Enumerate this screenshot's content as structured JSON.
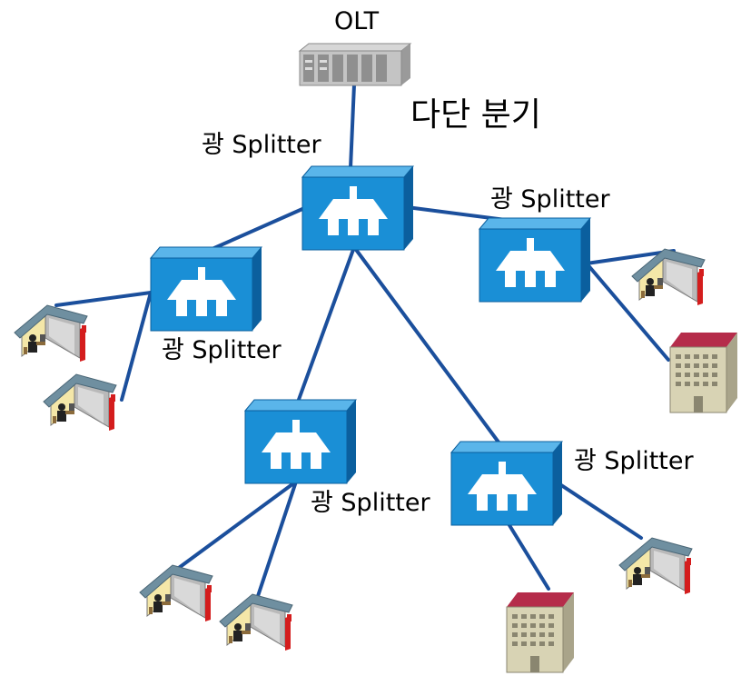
{
  "olt": {
    "label": "OLT"
  },
  "title": "다단 분기",
  "splitter_label": "광 Splitter",
  "splitters": [
    {
      "id": "s-top",
      "label": "광 Splitter"
    },
    {
      "id": "s-left",
      "label": "광 Splitter"
    },
    {
      "id": "s-right",
      "label": "광 Splitter"
    },
    {
      "id": "s-midleft",
      "label": "광 Splitter"
    },
    {
      "id": "s-midright",
      "label": "광 Splitter"
    }
  ],
  "colors": {
    "link": "#1b4f9c",
    "splitter_face": "#1a8fd6",
    "splitter_side": "#0b5f9e",
    "roof": "#6f8fa0",
    "house_wall": "#f4e7a8",
    "house_door": "#d41d1d",
    "building_roof": "#b52c4a",
    "building_wall": "#d8d3b4"
  }
}
